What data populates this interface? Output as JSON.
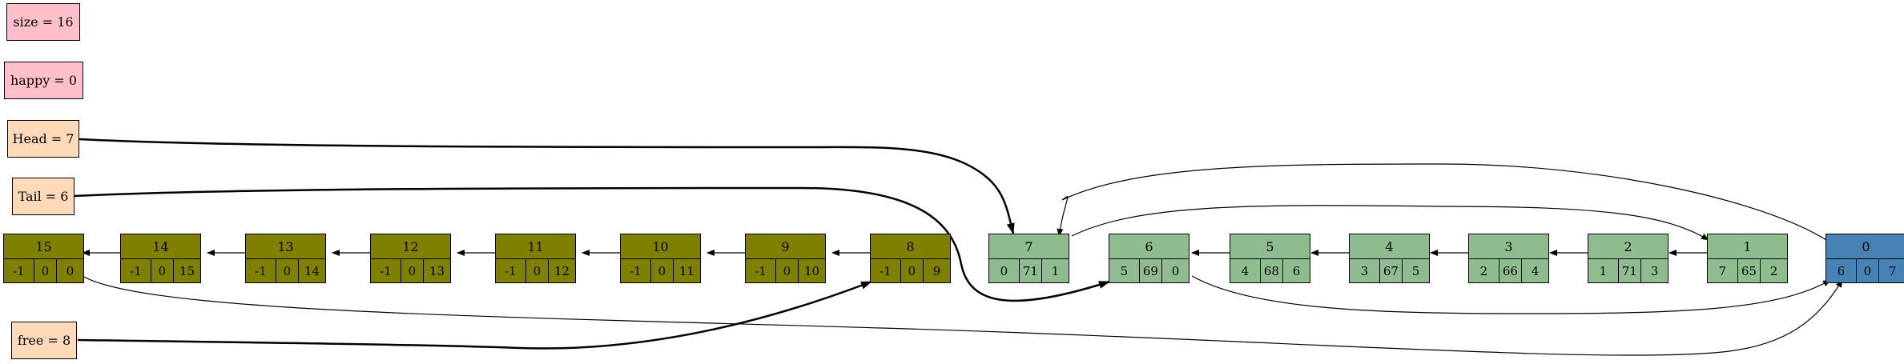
{
  "labels": {
    "size": "size = 16",
    "happy": "happy = 0",
    "head": "Head = 7",
    "tail": "Tail = 6",
    "free": "free = 8"
  },
  "colors": {
    "label_pink": "#ffc0cb",
    "label_peach": "#ffdab9",
    "free_node": "#808000",
    "used_node": "#8fbc8f",
    "sentinel_node": "#4682b4"
  },
  "nodes": [
    {
      "id": "15",
      "prev": "-1",
      "val": "0",
      "next": "0"
    },
    {
      "id": "14",
      "prev": "-1",
      "val": "0",
      "next": "15"
    },
    {
      "id": "13",
      "prev": "-1",
      "val": "0",
      "next": "14"
    },
    {
      "id": "12",
      "prev": "-1",
      "val": "0",
      "next": "13"
    },
    {
      "id": "11",
      "prev": "-1",
      "val": "0",
      "next": "12"
    },
    {
      "id": "10",
      "prev": "-1",
      "val": "0",
      "next": "11"
    },
    {
      "id": "9",
      "prev": "-1",
      "val": "0",
      "next": "10"
    },
    {
      "id": "8",
      "prev": "-1",
      "val": "0",
      "next": "9"
    },
    {
      "id": "7",
      "prev": "0",
      "val": "71",
      "next": "1"
    },
    {
      "id": "6",
      "prev": "5",
      "val": "69",
      "next": "0"
    },
    {
      "id": "5",
      "prev": "4",
      "val": "68",
      "next": "6"
    },
    {
      "id": "4",
      "prev": "3",
      "val": "67",
      "next": "5"
    },
    {
      "id": "3",
      "prev": "2",
      "val": "66",
      "next": "4"
    },
    {
      "id": "2",
      "prev": "1",
      "val": "71",
      "next": "3"
    },
    {
      "id": "1",
      "prev": "7",
      "val": "65",
      "next": "2"
    },
    {
      "id": "0",
      "prev": "6",
      "val": "0",
      "next": "7"
    }
  ]
}
